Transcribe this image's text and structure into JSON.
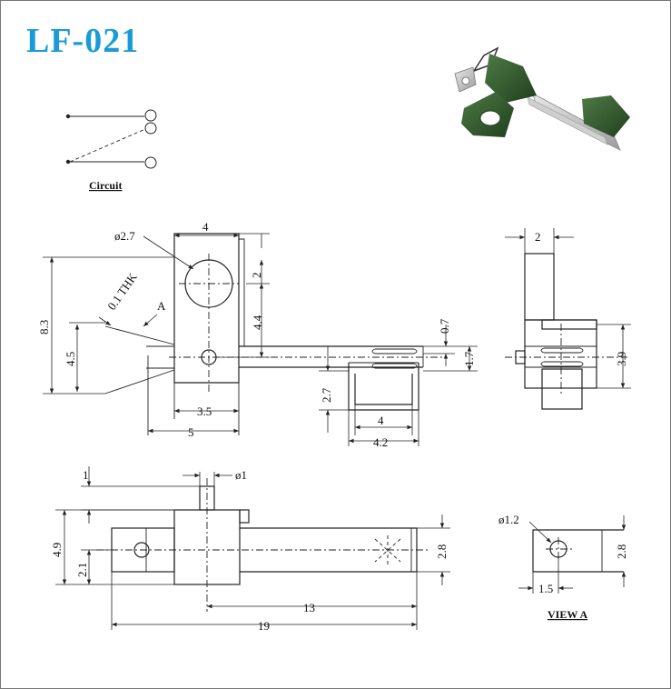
{
  "title": "LF-021",
  "circuit_label": "Circuit",
  "view_label": "VIEW  A",
  "front": {
    "dia_label": "ø2.7",
    "width_label": "4",
    "top_label": "2",
    "hole_height_label": "4.4",
    "total_height_label": "8.3",
    "lower_height_label": "4.5",
    "thk_label": "0.1  THK",
    "arrow_label": "A",
    "spacing_label": "0.7",
    "gap_label": "1.7",
    "clip_height_label": "2.7",
    "clip_inner_label": "4",
    "clip_outer_label": "4.2",
    "offset_label": "3.5",
    "base_label": "5"
  },
  "side": {
    "top_width_label": "2",
    "height_label": "3.9"
  },
  "bottom": {
    "pin_len_label": "1",
    "pin_dia_label": "ø1",
    "total_height_label": "4.9",
    "lower_height_label": "2.1",
    "strip_height_label": "2.8",
    "inner_len_label": "13",
    "total_len_label": "19"
  },
  "viewa": {
    "dia_label": "ø1.2",
    "offset_label": "1.5",
    "height_label": "2.8"
  }
}
